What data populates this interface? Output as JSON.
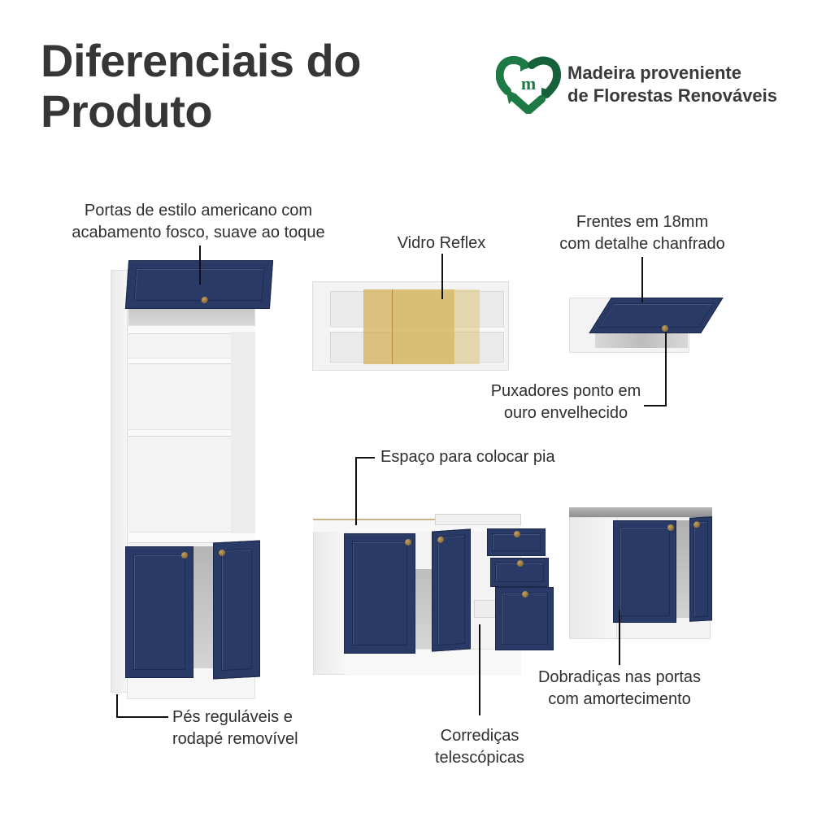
{
  "header": {
    "title_line1": "Diferenciais do",
    "title_line2": "Produto"
  },
  "badge": {
    "icon": "recycle-heart-m-icon",
    "icon_letter": "m",
    "line1": "Madeira proveniente",
    "line2": "de Florestas Renováveis",
    "color": "#1d7a45"
  },
  "callouts": {
    "doors": {
      "line1": "Portas de estilo americano com",
      "line2": "acabamento fosco, suave ao toque"
    },
    "glass": {
      "line1": "Vidro Reflex"
    },
    "fronts": {
      "line1": "Frentes em 18mm",
      "line2": "com detalhe chanfrado"
    },
    "handles": {
      "line1": "Puxadores ponto em",
      "line2": "ouro envelhecido"
    },
    "sink": {
      "line1": "Espaço para colocar pia"
    },
    "feet": {
      "line1": "Pés reguláveis e",
      "line2": "rodapé removível"
    },
    "slides": {
      "line1": "Corrediças",
      "line2": "telescópicas"
    },
    "hinges": {
      "line1": "Dobradiças nas portas",
      "line2": "com amortecimento"
    }
  },
  "colors": {
    "door_blue": "#2a3a66",
    "carcass_white": "#f3f3f3",
    "glass_amber": "#d9b866",
    "handle_gold": "#a88446",
    "logo_green": "#1d7a45",
    "title_text": "#363636"
  },
  "products": [
    {
      "name": "tall-oven-cabinet"
    },
    {
      "name": "glass-wall-cabinet"
    },
    {
      "name": "flip-up-wall-cabinet"
    },
    {
      "name": "sink-base-cabinet"
    },
    {
      "name": "two-door-base-cabinet"
    }
  ]
}
